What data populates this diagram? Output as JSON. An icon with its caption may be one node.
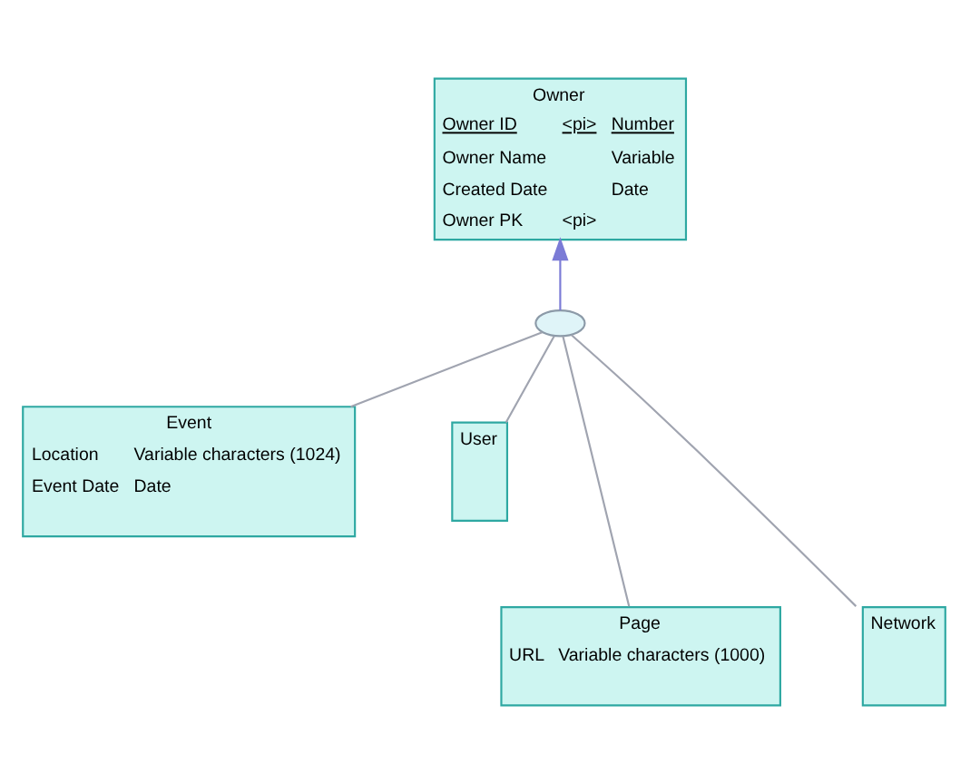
{
  "diagram": {
    "nodes": [
      {
        "text": [
          "Owner",
          "Owner ID",
          "<pi>",
          "Number",
          "Owner Name",
          "Variable",
          "Created Date",
          "Date",
          "Owner PK",
          "<pi>"
        ]
      },
      {
        "text": [],
        "shape": "semicircle"
      },
      {
        "text": [
          "Event",
          "Location",
          "Variable characters (1024)",
          "Event Date",
          "Date"
        ]
      },
      {
        "text": [
          "User"
        ]
      },
      {
        "text": [
          "Page",
          "URL",
          "Variable characters (1000)"
        ]
      },
      {
        "text": [
          "Network"
        ]
      }
    ],
    "edges": [
      {
        "from": 1,
        "to": 0,
        "arrow": "to",
        "color": "#7b7bd6"
      },
      {
        "from": 2,
        "to": 1,
        "arrow": "none"
      },
      {
        "from": 4,
        "to": 1,
        "arrow": "none"
      },
      {
        "from": 5,
        "to": 1,
        "arrow": "none"
      },
      {
        "from": 3,
        "to": 1,
        "arrow": "none"
      }
    ]
  }
}
